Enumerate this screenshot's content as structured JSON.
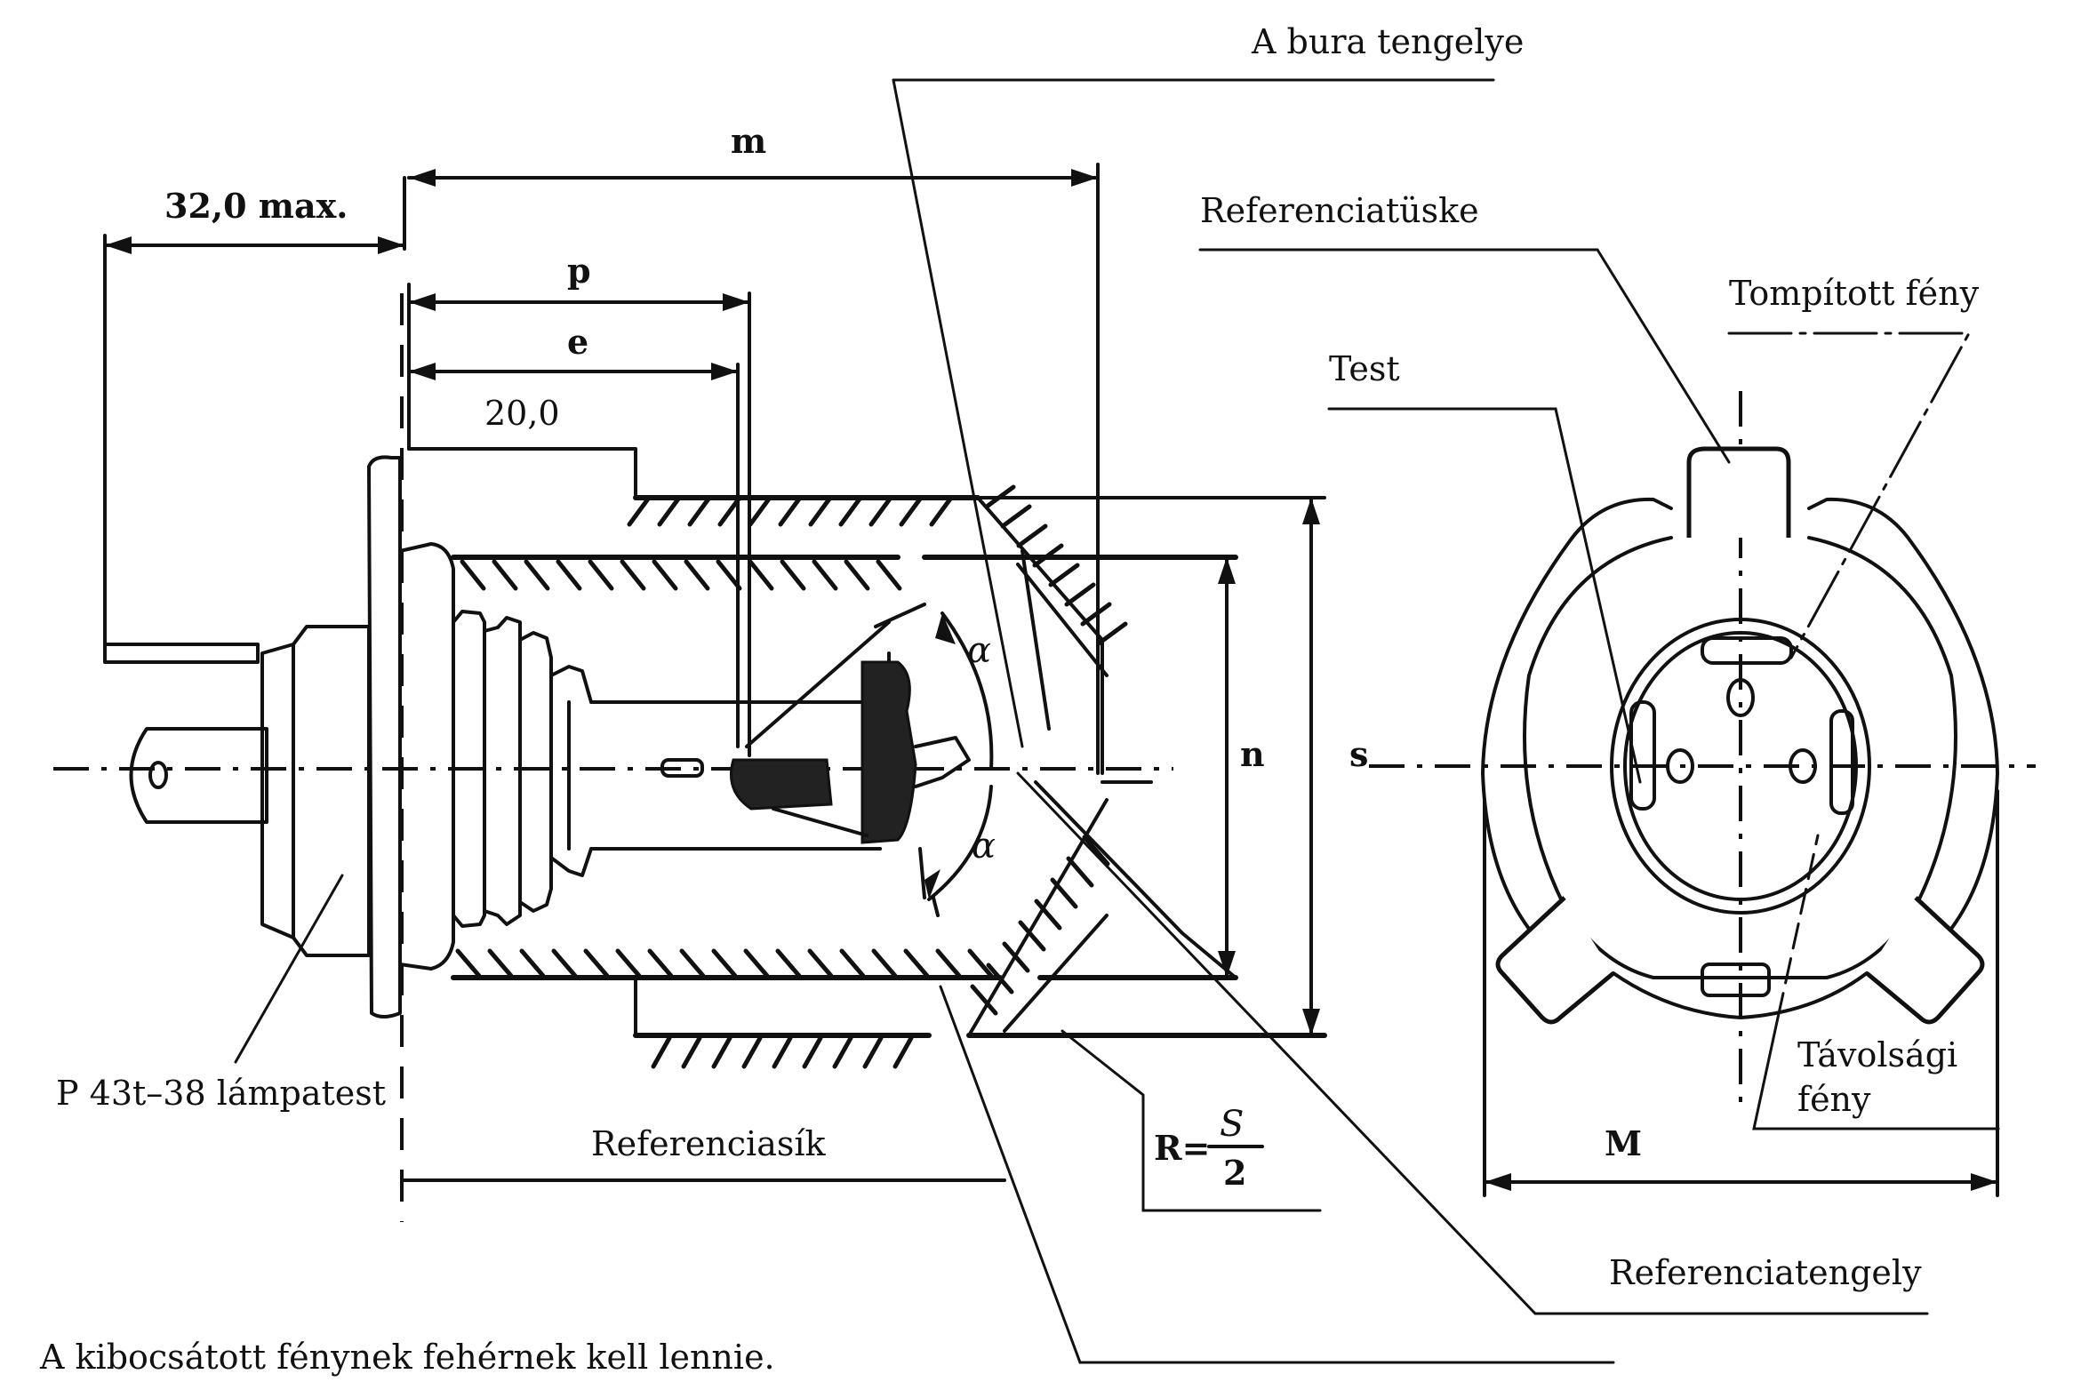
{
  "diagram": {
    "title": "H4 halogen lamp (P 43t-38) dimensional drawing",
    "labels": {
      "bulb_axis": "A bura tengelye",
      "reference_lug": "Referenciatüske",
      "passing_beam": "Tompított fény",
      "shield": "Test",
      "driving_beam_line1": "Távolsági",
      "driving_beam_line2": "fény",
      "reference_axis": "Referenciatengely",
      "reference_plane": "Referenciasík",
      "cap": "P 43t–38 lámpatest",
      "radius_prefix": "R=",
      "radius_numerator": "S",
      "radius_denominator": "2"
    },
    "dimensions": {
      "max_length": "32,0 max.",
      "m": "m",
      "p": "p",
      "e": "e",
      "fixed": "20,0",
      "n": "n",
      "s": "s",
      "M": "M",
      "alpha_upper": "α",
      "alpha_lower": "α"
    },
    "footnote": "A kibocsátott fénynek fehérnek kell lennie."
  }
}
